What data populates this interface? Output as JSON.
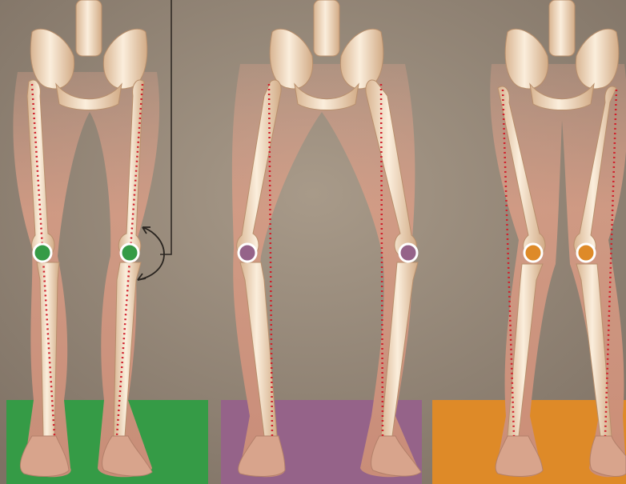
{
  "colors": {
    "background": "#9b8d7c",
    "skin": "#d39a84",
    "bone": "#f2dcc0",
    "bone_shade": "#caa27e",
    "alignment_line": "#d0202c",
    "connector_line": "#2a2520",
    "normal": "#359b46",
    "varus": "#956389",
    "valgus": "#de8a28",
    "marker_ring": "#ffffff"
  },
  "panels": [
    {
      "id": "normal",
      "accent": "normal",
      "knee_markers": 2,
      "legend_block": true
    },
    {
      "id": "bowlegged",
      "accent": "varus",
      "knee_markers": 2,
      "legend_block": true
    },
    {
      "id": "knock-kneed",
      "accent": "valgus",
      "knee_markers": 2,
      "legend_block": true
    }
  ],
  "icons": {
    "rotation_arrow": "curved-double-arrow-icon",
    "knee_marker": "circle-marker-icon"
  }
}
